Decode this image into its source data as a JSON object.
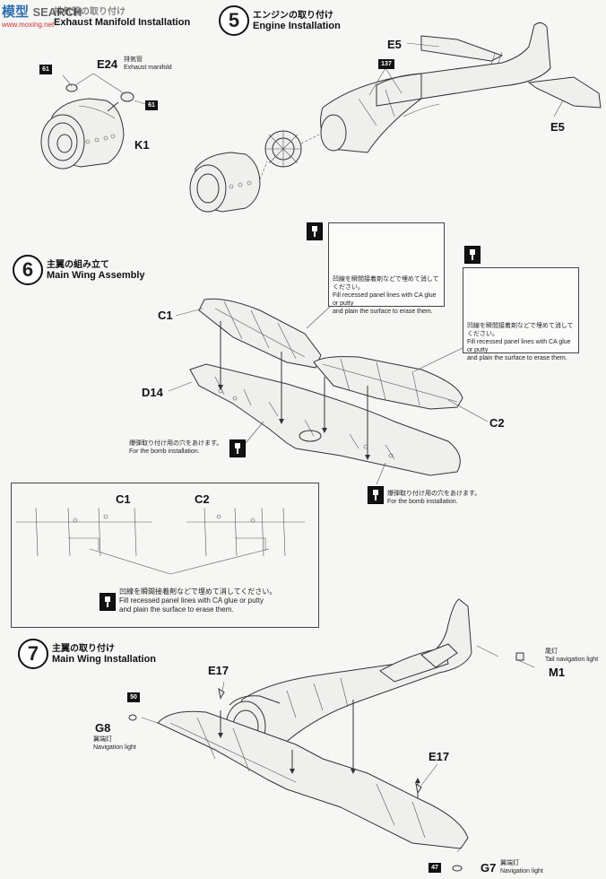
{
  "watermark": {
    "logo": "模型",
    "text": "SEARCH",
    "url": "www.moxing.net"
  },
  "step4": {
    "title_jp": "排気管の取り付け",
    "title_en": "Exhaust Manifold Installation",
    "part_e24": "E24",
    "e24_jp": "排気管",
    "e24_en": "Exhaust manifold",
    "part_k1": "K1",
    "tag_61a": "61",
    "tag_61b": "61"
  },
  "step5": {
    "number": "5",
    "title_jp": "エンジンの取り付け",
    "title_en": "Engine Installation",
    "part_e5_top": "E5",
    "part_e5_bottom": "E5",
    "tag_137": "137"
  },
  "step6": {
    "number": "6",
    "title_jp": "主翼の組み立て",
    "title_en": "Main Wing Assembly",
    "part_c1": "C1",
    "part_c2": "C2",
    "part_d14": "D14",
    "note_left_jp": "凹線を瞬間接着剤などで埋めて消してください。",
    "note_left_en1": "Fill recessed panel lines with CA glue or putty",
    "note_left_en2": "and plain the surface to erase them.",
    "note_right_jp": "凹線を瞬間接着剤などで埋めて消してください。",
    "note_right_en1": "Fill recessed panel lines with CA glue or putty",
    "note_right_en2": "and plain the surface to erase them.",
    "bomb_left_jp": "爆弾取り付け用の穴をあけます。",
    "bomb_left_en": "For the bomb installation.",
    "bomb_right_jp": "爆弾取り付け用の穴をあけます。",
    "bomb_right_en": "For the bomb installation."
  },
  "detail_box": {
    "label_c1": "C1",
    "label_c2": "C2",
    "note_jp": "凹線を瞬間接着剤などで埋めて消してください。",
    "note_en1": "Fill recessed panel lines with CA glue or putty",
    "note_en2": "and plain the surface to erase them."
  },
  "step7": {
    "number": "7",
    "title_jp": "主翼の取り付け",
    "title_en": "Main Wing Installation",
    "part_e17_left": "E17",
    "part_e17_right": "E17",
    "part_g8": "G8",
    "g8_jp": "翼端灯",
    "g8_en": "Navigation light",
    "part_g7": "G7",
    "g7_jp": "翼端灯",
    "g7_en": "Navigation light",
    "part_m1": "M1",
    "m1_jp": "尾灯",
    "m1_en": "Tail navigation light",
    "tag_50": "50",
    "tag_47": "47"
  }
}
